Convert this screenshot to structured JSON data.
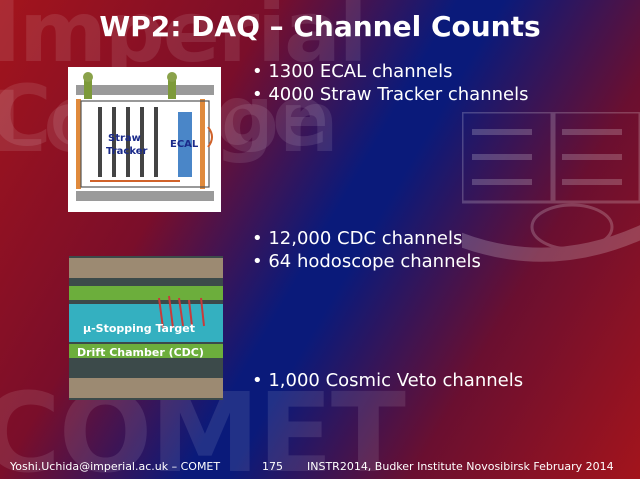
{
  "watermark": {
    "line1": "Imperial College",
    "line2": "London",
    "line3": "COMET"
  },
  "title": "WP2: DAQ – Channel Counts",
  "bullets_top": [
    "• 1300 ECAL channels",
    "• 4000 Straw Tracker channels"
  ],
  "bullets_mid": [
    "• 12,000 CDC channels",
    "• 64 hodoscope channels"
  ],
  "bullets_bottom": [
    "• 1,000 Cosmic Veto channels"
  ],
  "figure1": {
    "label_straw_1": "Straw",
    "label_straw_2": "Tracker",
    "label_ecal": "ECAL"
  },
  "figure2": {
    "label_target": "μ-Stopping Target",
    "label_cdc": "Drift Chamber (CDC)"
  },
  "footer": {
    "author": "Yoshi.Uchida@imperial.ac.uk – COMET",
    "page": "175",
    "conference": "INSTR2014, Budker Institute Novosibirsk February 2014"
  },
  "colors": {
    "background_red": "#a3141c",
    "background_blue": "#0a1a7a",
    "text": "#ffffff"
  }
}
